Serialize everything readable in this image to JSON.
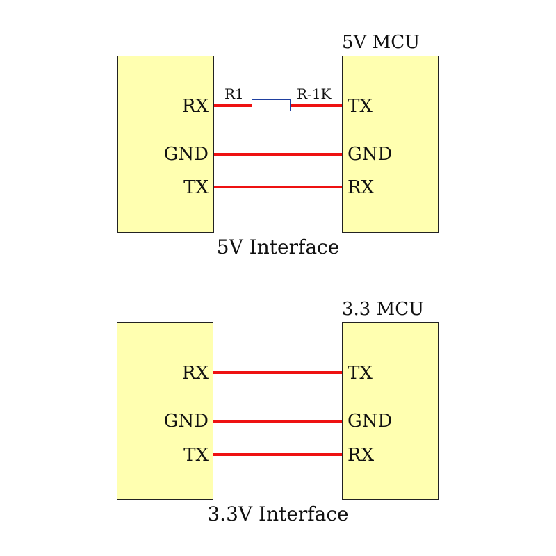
{
  "colors": {
    "box_fill": "#ffffb0",
    "wire": "#ee1111",
    "resistor_border": "#1f3f9f"
  },
  "diagrams": [
    {
      "mcu_title": "5V MCU",
      "caption": "5V Interface",
      "left_pins": [
        "RX",
        "GND",
        "TX"
      ],
      "right_pins": [
        "TX",
        "GND",
        "RX"
      ],
      "resistor": {
        "left_label": "R1",
        "right_label": "R-1K"
      }
    },
    {
      "mcu_title": "3.3 MCU",
      "caption": "3.3V Interface",
      "left_pins": [
        "RX",
        "GND",
        "TX"
      ],
      "right_pins": [
        "TX",
        "GND",
        "RX"
      ]
    }
  ]
}
